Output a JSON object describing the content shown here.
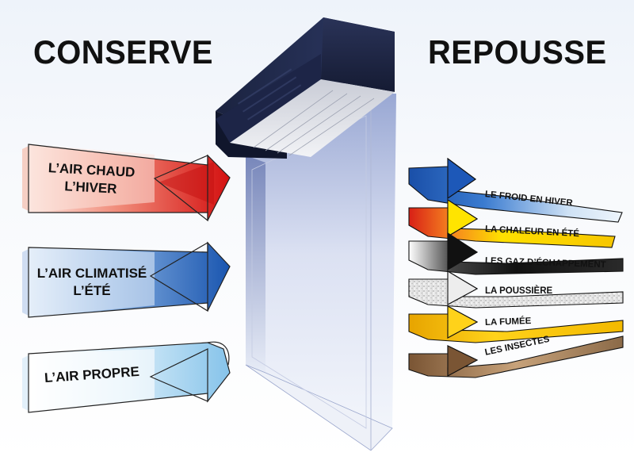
{
  "left_heading": "CONSERVE",
  "right_heading": "REPOUSSE",
  "conserve": [
    {
      "line1": "L’AIR CHAUD",
      "line2": "L’HIVER",
      "color": "#d81c1c"
    },
    {
      "line1": "L’AIR CLIMATISÉ",
      "line2": "L’ÉTÉ",
      "color": "#1f5fb5"
    },
    {
      "line1": "L’AIR PROPRE",
      "line2": "",
      "color": "#8cc6ec"
    }
  ],
  "repousse": [
    {
      "label": "LE FROID EN HIVER",
      "color": "#1d5fb8"
    },
    {
      "label": "LA CHALEUR EN ÉTÉ",
      "color": "#f2c200"
    },
    {
      "label": "LES GAZ D’ÉCHAPPEMENT",
      "color": "#222222"
    },
    {
      "label": "LA POUSSIÈRE",
      "color": "#cfcfcf"
    },
    {
      "label": "LA FUMÉE",
      "color": "#f2c200"
    },
    {
      "label": "LES INSECTES",
      "color": "#8a6a4a"
    }
  ]
}
